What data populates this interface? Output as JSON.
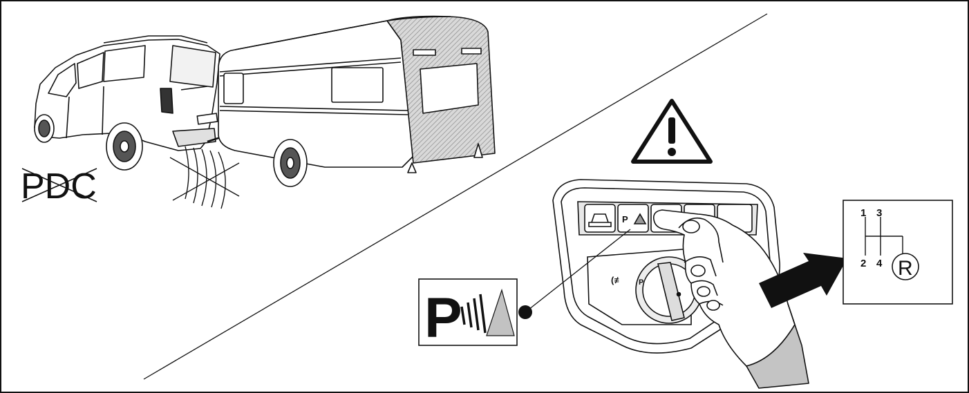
{
  "labels": {
    "pdc": "PDC",
    "parking_symbol_letter": "P",
    "button_symbol_letter": "P",
    "knob_symbol_letter": "P"
  },
  "gear_diagram": {
    "gears": [
      "1",
      "3",
      "2",
      "4"
    ],
    "reverse": "R"
  },
  "colors": {
    "line": "#111111",
    "shade": "#b5b5b5",
    "light_shade": "#dcdcdc",
    "background": "#ffffff"
  },
  "icons": [
    "van-icon",
    "trailer-icon",
    "warning-icon",
    "parking-sensor-icon",
    "hand-icon",
    "push-arrow-icon",
    "gear-shift-icon"
  ]
}
